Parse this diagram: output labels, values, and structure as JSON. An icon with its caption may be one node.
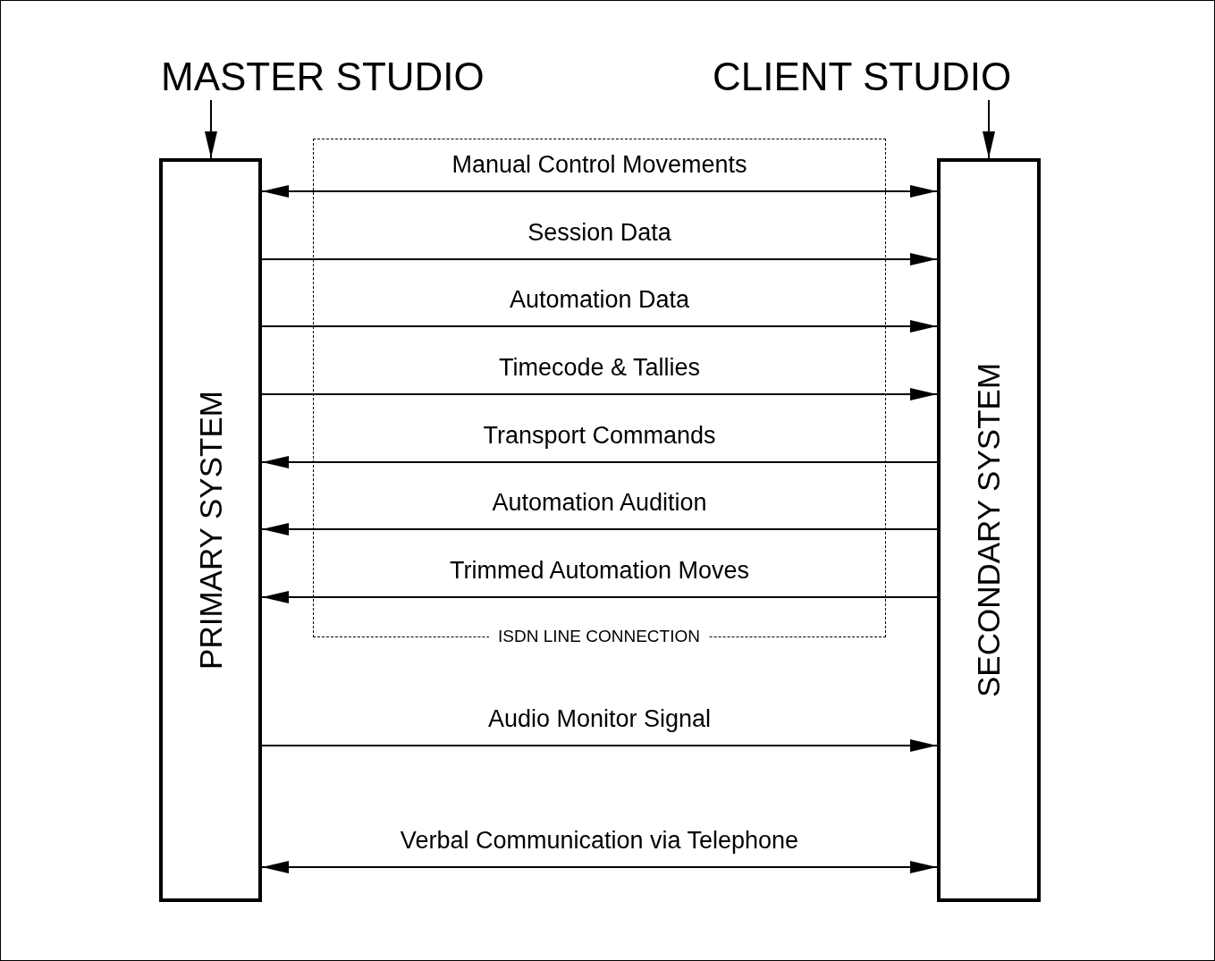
{
  "diagram": {
    "nodes": [
      {
        "text": [
          "MASTER STUDIO"
        ]
      },
      {
        "text": [
          "CLIENT STUDIO"
        ]
      },
      {
        "text": [
          "PRIMARY SYSTEM"
        ]
      },
      {
        "text": [
          "SECONDARY SYSTEM"
        ]
      }
    ],
    "edges": [
      {
        "from": 0,
        "to": 2,
        "arrow": "to"
      },
      {
        "from": 1,
        "to": 3,
        "arrow": "to"
      },
      {
        "from": 2,
        "to": 3,
        "arrow": "both",
        "label": "Manual Control Movements"
      },
      {
        "from": 2,
        "to": 3,
        "arrow": "to",
        "label": "Session Data"
      },
      {
        "from": 2,
        "to": 3,
        "arrow": "to",
        "label": "Automation Data"
      },
      {
        "from": 2,
        "to": 3,
        "arrow": "to",
        "label": "Timecode & Tallies"
      },
      {
        "from": 3,
        "to": 2,
        "arrow": "to",
        "label": "Transport Commands"
      },
      {
        "from": 3,
        "to": 2,
        "arrow": "to",
        "label": "Automation Audition"
      },
      {
        "from": 3,
        "to": 2,
        "arrow": "to",
        "label": "Trimmed Automation Moves"
      },
      {
        "from": 2,
        "to": 3,
        "arrow": "to",
        "label": "Audio Monitor Signal"
      },
      {
        "from": 2,
        "to": 3,
        "arrow": "both",
        "label": "Verbal Communication via Telephone"
      }
    ],
    "labels": [
      "ISDN LINE CONNECTION"
    ]
  }
}
